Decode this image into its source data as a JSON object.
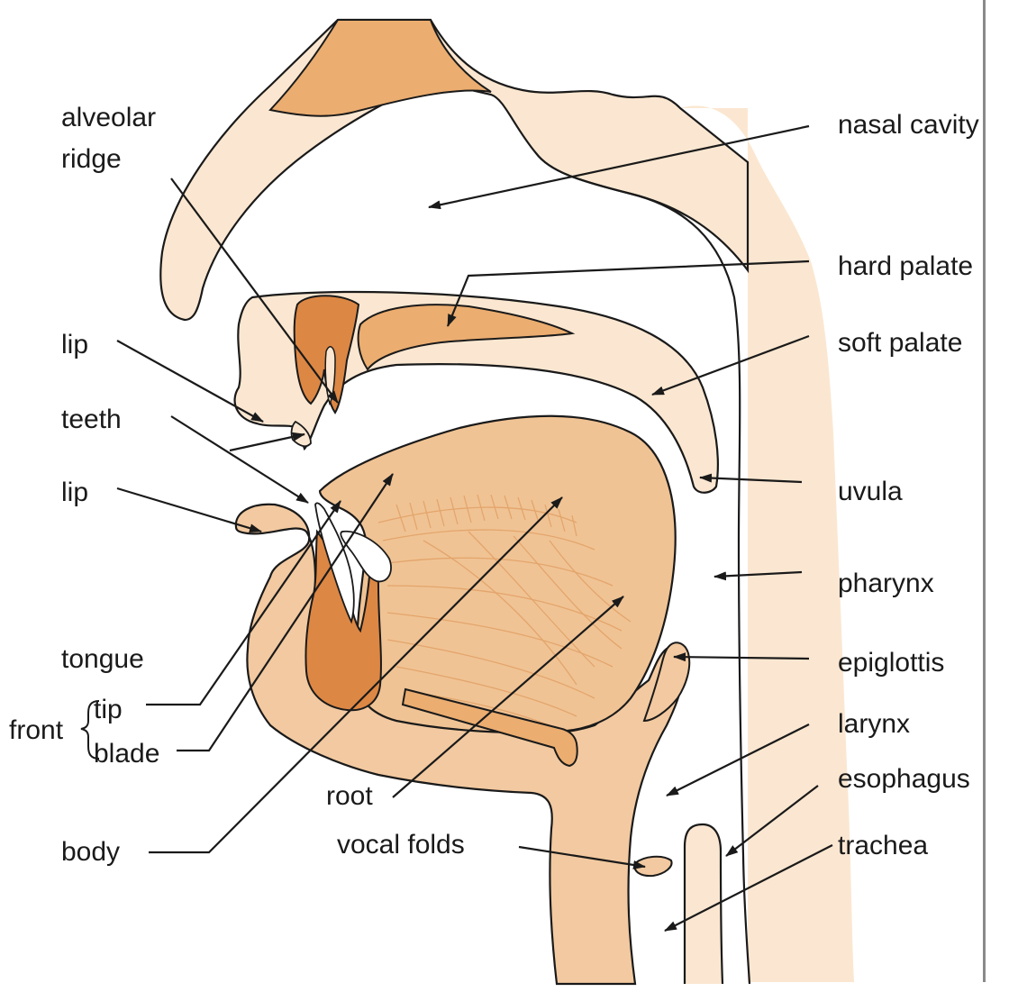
{
  "labels": {
    "alveolar_ridge_1": "alveolar",
    "alveolar_ridge_2": "ridge",
    "lip_upper": "lip",
    "teeth": "teeth",
    "lip_lower": "lip",
    "tongue": "tongue",
    "front": "front",
    "tip": "tip",
    "blade": "blade",
    "body": "body",
    "root": "root",
    "vocal_folds": "vocal folds",
    "nasal_cavity": "nasal cavity",
    "hard_palate": "hard palate",
    "soft_palate": "soft palate",
    "uvula": "uvula",
    "pharynx": "pharynx",
    "epiglottis": "epiglottis",
    "larynx": "larynx",
    "esophagus": "esophagus",
    "trachea": "trachea"
  },
  "colors": {
    "skin_light": "#fbe7d1",
    "skin_mid": "#f2c9a0",
    "tongue": "#f0c394",
    "bone": "#ebad70",
    "dark": "#dd8744",
    "outline": "#1a1a1a",
    "fibre": "#e3a56c"
  }
}
